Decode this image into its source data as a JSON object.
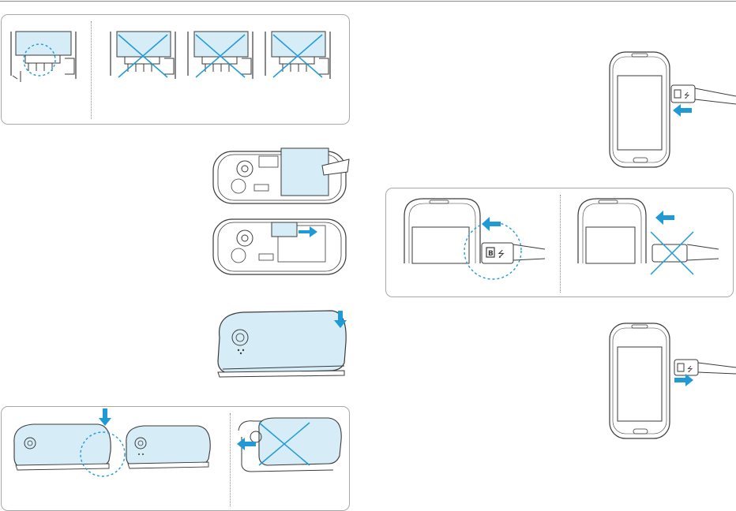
{
  "colors": {
    "accent_blue": "#1f9ad6",
    "cover_fill": "#d6ecf7",
    "line": "#3a3a3a",
    "frame": "#a8a8a8"
  },
  "figures": {
    "top_left_panel": {
      "correct_view": "battery-contacts-aligned",
      "incorrect_views": [
        "battery-contacts-misaligned-1",
        "battery-contacts-misaligned-2",
        "battery-contacts-misaligned-3"
      ]
    },
    "sim_insert": [
      "battery-removed-view",
      "sim-slide-in-view"
    ],
    "cover_close": "back-cover-press-down",
    "cover_panel": {
      "correct_views": [
        "cover-press-right-edge",
        "cover-closed"
      ],
      "incorrect_view": "cover-slide-wrong"
    },
    "charger_connect": "phone-with-usb-plug-in",
    "charger_panel": {
      "correct_view": "usb-b-side-up",
      "incorrect_view": "usb-wrong-orientation"
    },
    "charger_disconnect": "phone-with-usb-plug-out"
  },
  "icons": [
    "arrow-icon",
    "cross-mark-icon",
    "dashed-circle-icon",
    "usb-symbol-icon"
  ]
}
